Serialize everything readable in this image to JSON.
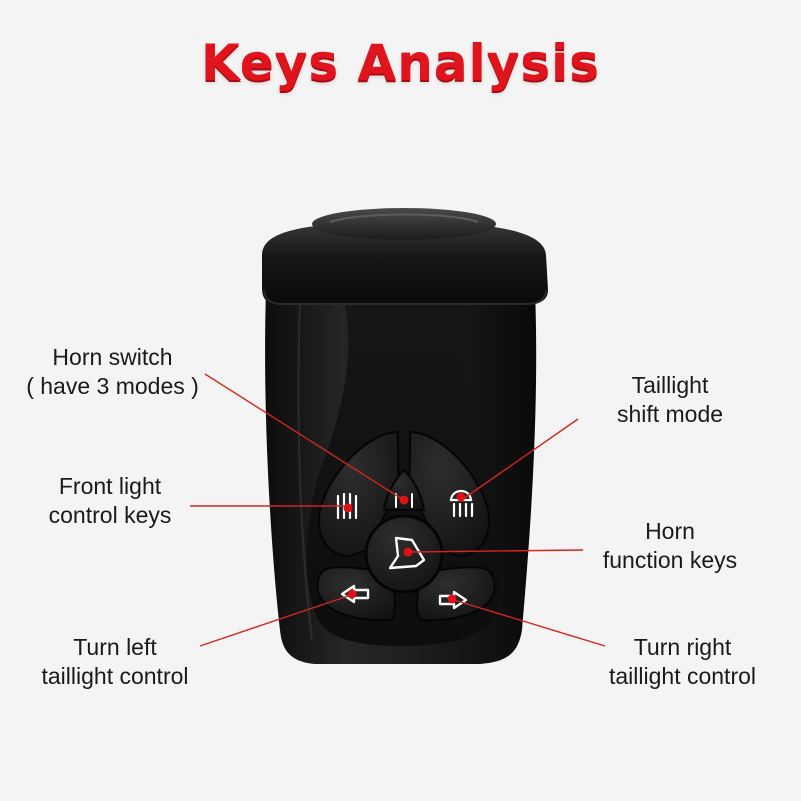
{
  "title": "Keys Analysis",
  "colors": {
    "title": "#e0141c",
    "pointer_line": "#d2261e",
    "indicator_dot": "#e01016",
    "body": "#1b1b1b"
  },
  "labels": {
    "horn_switch": {
      "line1": "Horn switch",
      "line2": "( have 3 modes )"
    },
    "front_light": {
      "line1": "Front light",
      "line2": "control keys"
    },
    "turn_left": {
      "line1": "Turn left",
      "line2": "taillight control"
    },
    "taillight_shift": {
      "line1": "Taillight",
      "line2": "shift mode"
    },
    "horn_function": {
      "line1": "Horn",
      "line2": "function keys"
    },
    "turn_right": {
      "line1": "Turn right",
      "line2": "taillight control"
    }
  },
  "icons": {
    "front_light_key": "headlight-icon",
    "horn_switch_key": "horn-switch-icon",
    "taillight_key": "taillight-icon",
    "horn_key": "bell-icon",
    "left_key": "arrow-left-icon",
    "right_key": "arrow-right-icon"
  }
}
